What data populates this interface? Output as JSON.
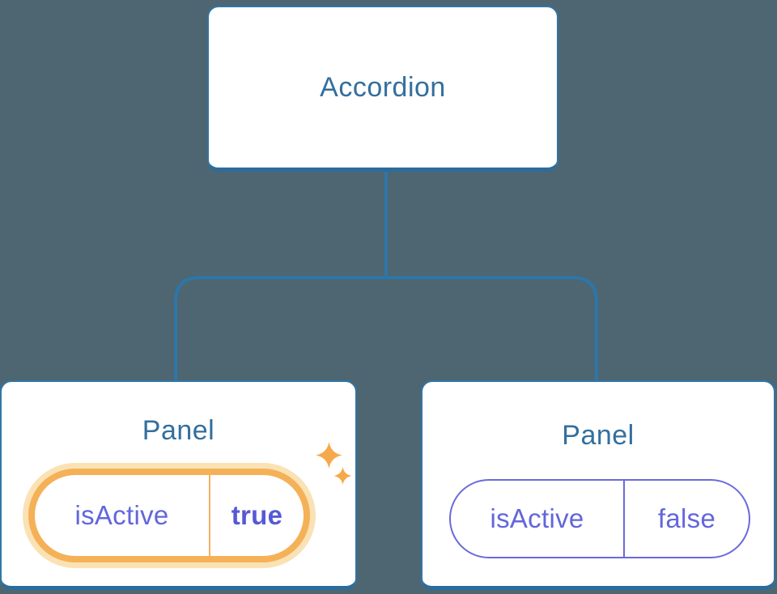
{
  "background_color": "#4D6671",
  "tree": {
    "root": {
      "label": "Accordion"
    },
    "connector_color": "#2E76A8",
    "children": [
      {
        "label": "Panel",
        "prop_name": "isActive",
        "prop_value": "true",
        "highlighted": true,
        "highlight_ring_color": "#F5B157",
        "highlight_glow_color": "#FAE2B5",
        "sparkle_color": "#F5A94B"
      },
      {
        "label": "Panel",
        "prop_name": "isActive",
        "prop_value": "false",
        "highlighted": false,
        "pill_border_color": "#6A6AD9"
      }
    ],
    "colors": {
      "node_background": "#FFFFFF",
      "node_border": "#3176A6",
      "node_border_bottom": "#2C6C9C",
      "node_label_text": "#336F9E",
      "prop_text": "#6366DB",
      "prop_value_active_text": "#5659D6"
    }
  }
}
